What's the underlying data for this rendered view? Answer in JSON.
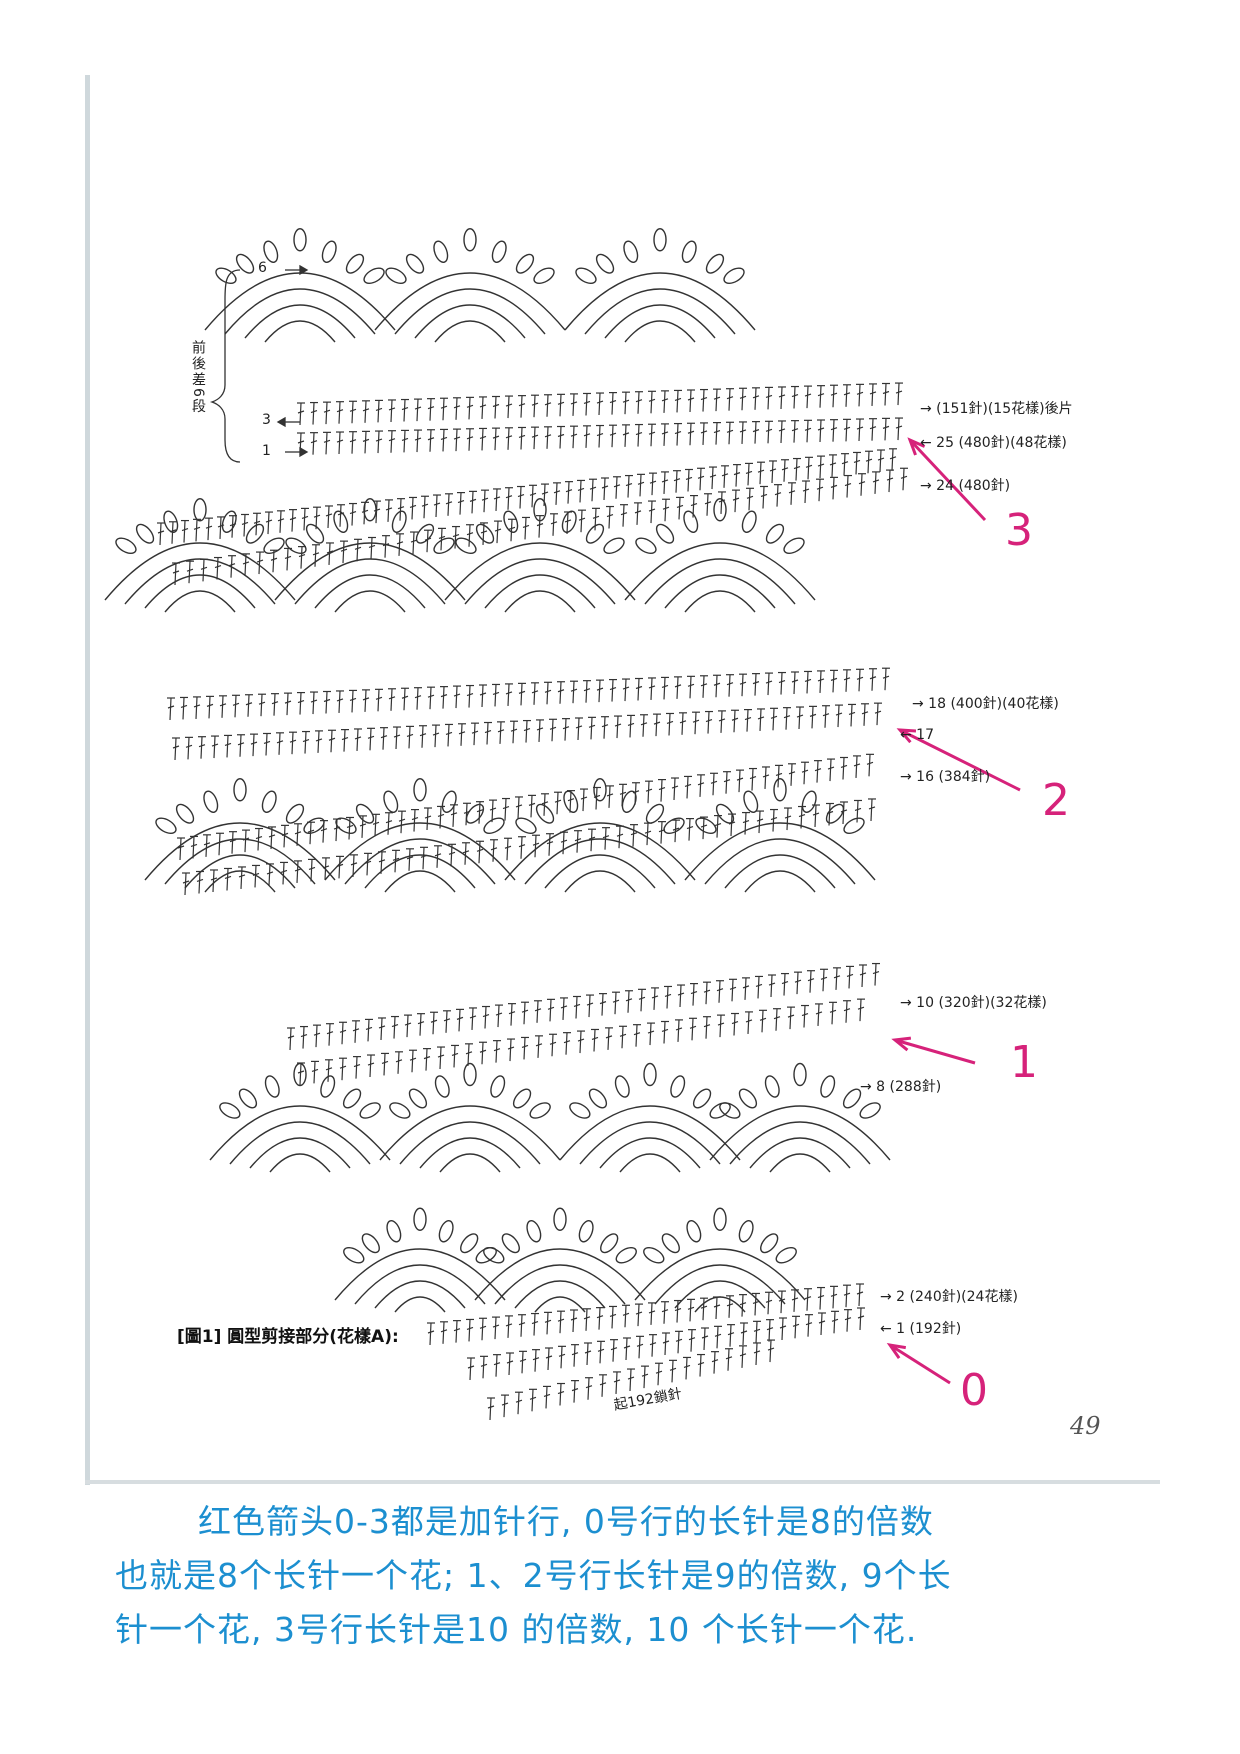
{
  "side_labels": {
    "row6": "6",
    "row3": "3",
    "row1": "1",
    "brace": "前後差6段"
  },
  "row_labels": [
    {
      "text": "→ (151針)(15花樣)後片"
    },
    {
      "text": "← 25 (480針)(48花樣)"
    },
    {
      "text": "→ 24 (480針)"
    },
    {
      "text": "→ 18 (400針)(40花樣)"
    },
    {
      "text": "← 17"
    },
    {
      "text": "→ 16 (384針)"
    },
    {
      "text": "→ 10 (320針)(32花樣)"
    },
    {
      "text": "→ 8 (288針)"
    },
    {
      "text": "→ 2 (240針)(24花樣)"
    },
    {
      "text": "← 1 (192針)"
    }
  ],
  "markers": [
    "3",
    "2",
    "1",
    "0"
  ],
  "marker_color": "#d6227a",
  "figure_title": "[圖1] 圓型剪接部分(花樣A):",
  "start_label": "起192鎖針",
  "page_number": "49",
  "caption": {
    "color": "#1c8fd0",
    "lines": [
      "红色箭头0-3都是加针行, 0号行的长针是8的倍数",
      "也就是8个长针一个花; 1、2号行长针是9的倍数, 9个长",
      "针一个花, 3号行长针是10 的倍数, 10 个长针一个花."
    ]
  }
}
